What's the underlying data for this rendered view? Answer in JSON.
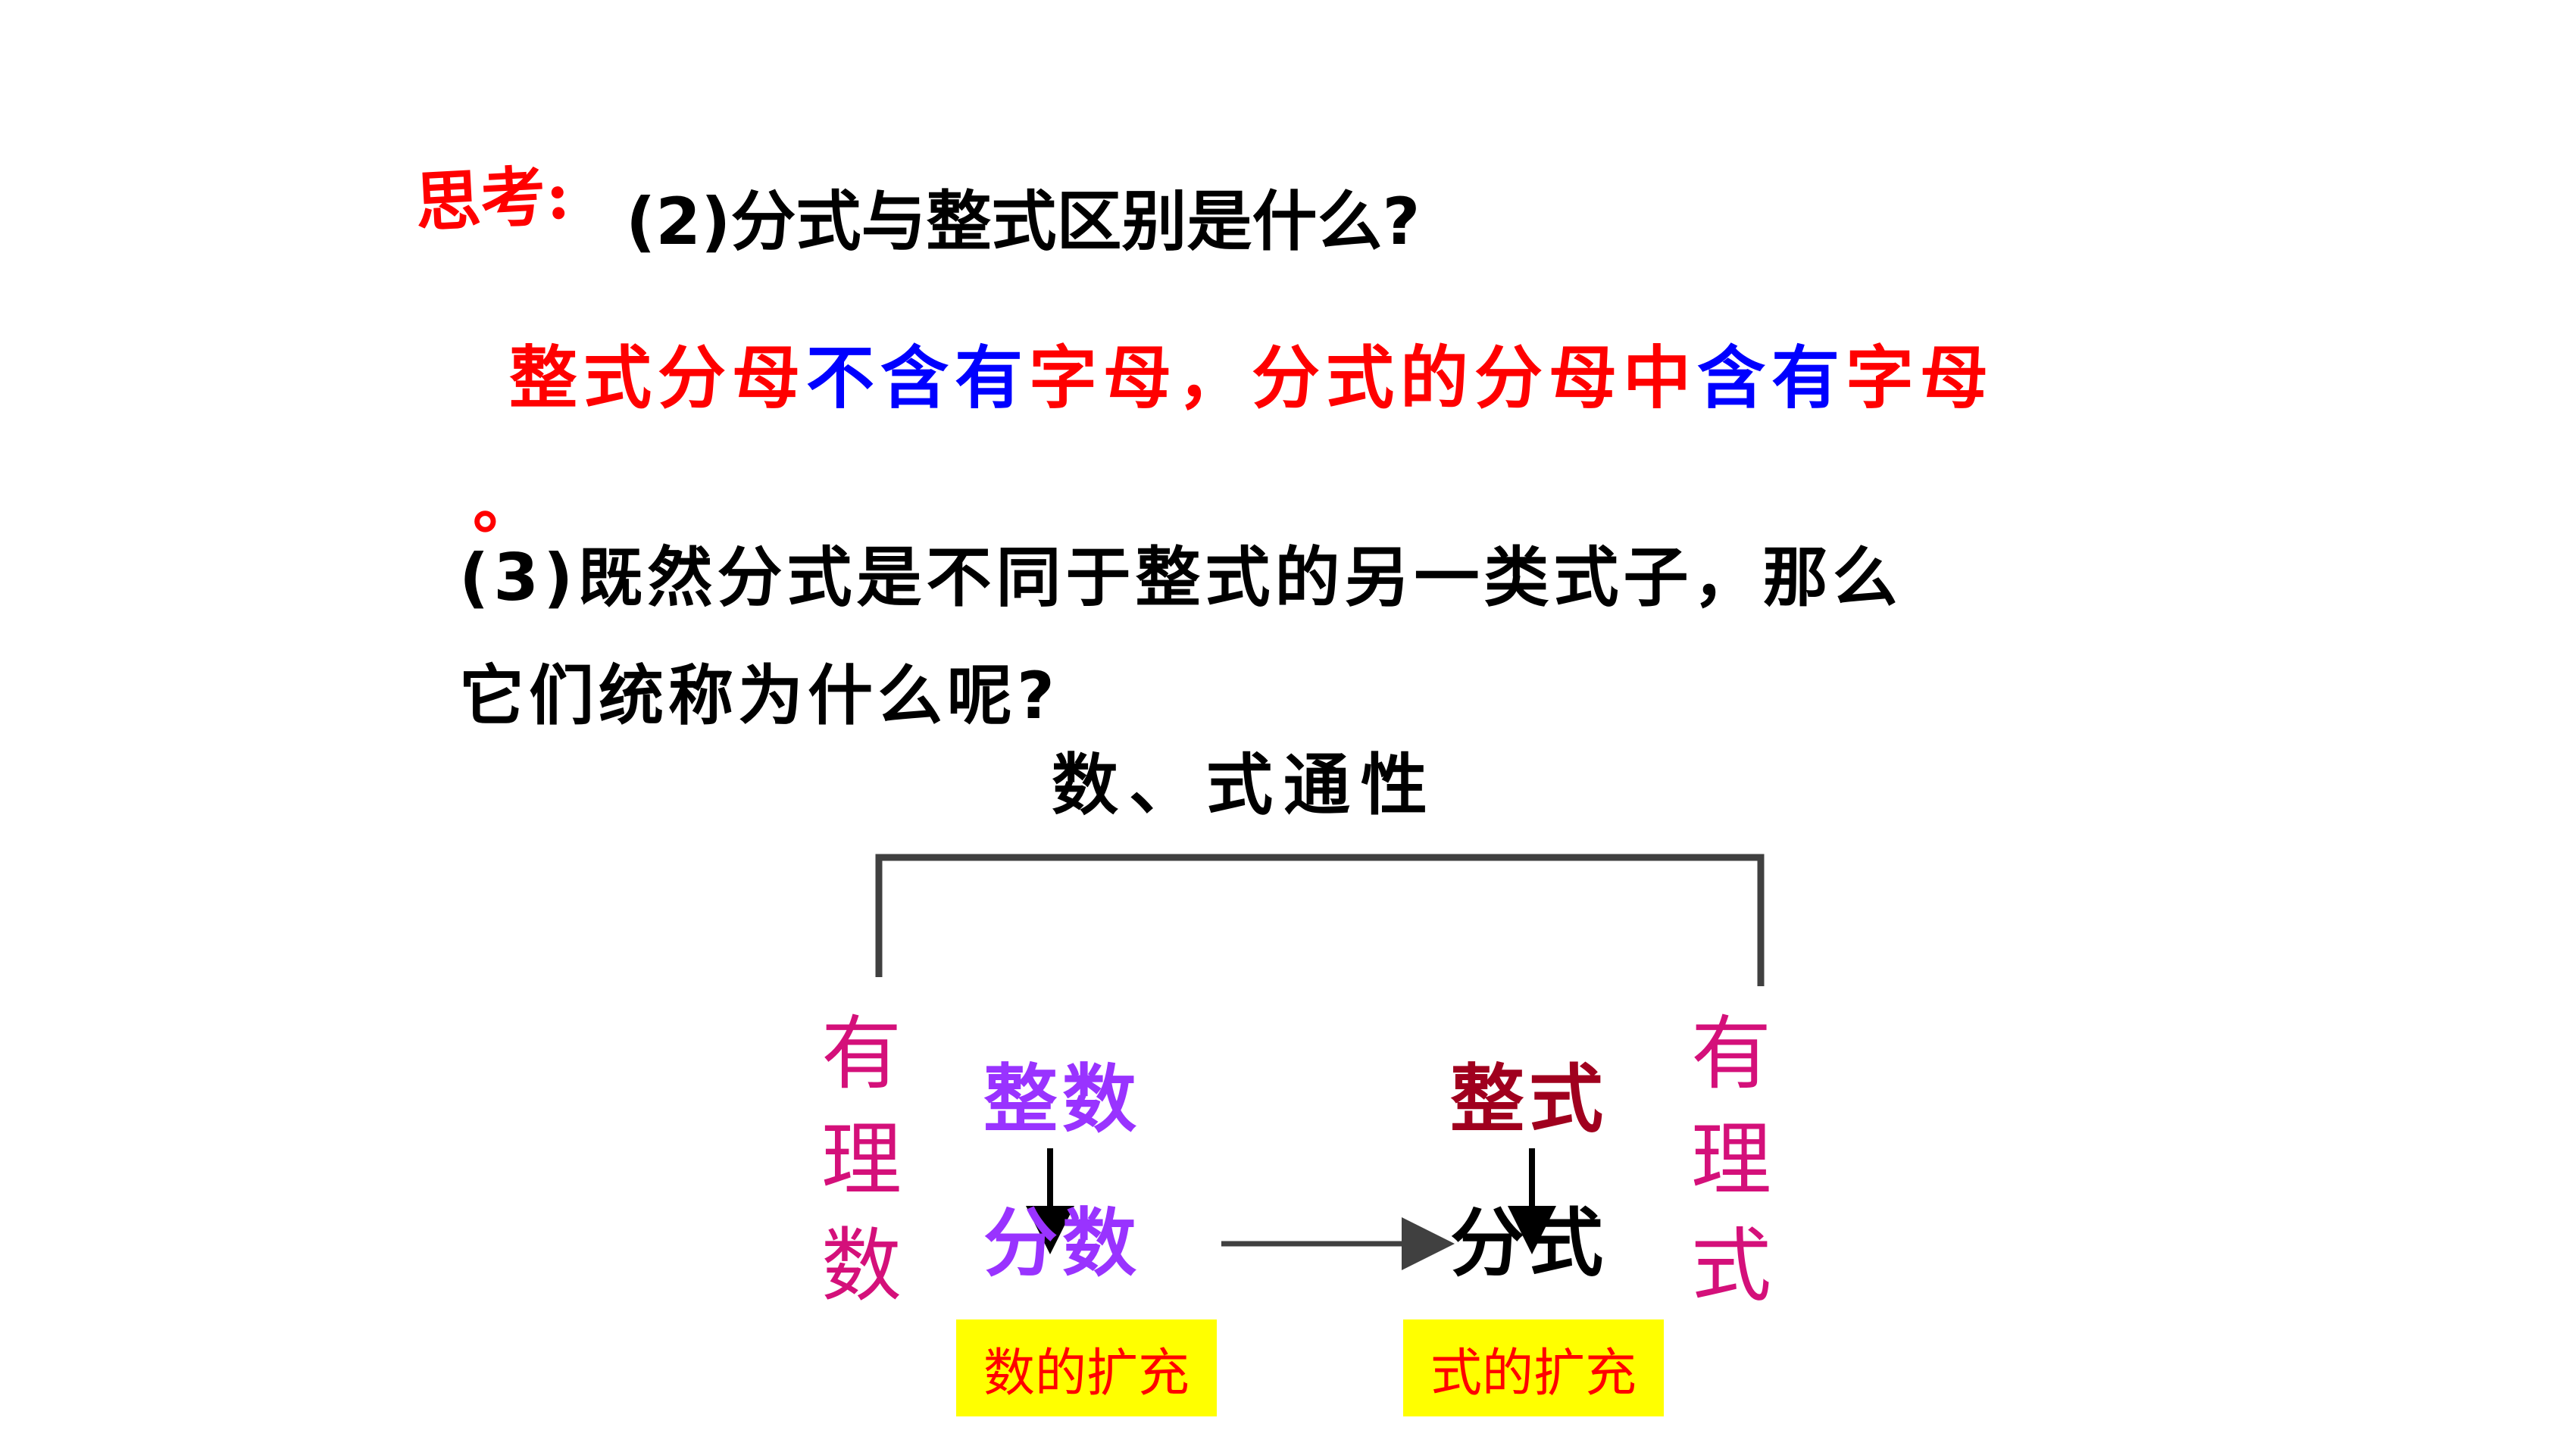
{
  "colors": {
    "red": "#ff0000",
    "blue": "#0000ff",
    "black": "#000000",
    "magenta": "#d4107a",
    "purple": "#9933ff",
    "dark_red": "#a0001e",
    "yellow": "#ffff00",
    "line_gray": "#404040"
  },
  "think": {
    "label": "思考:",
    "question2": "(2)分式与整式区别是什么?"
  },
  "answer": {
    "segments": [
      {
        "text": "整式分母",
        "color": "#ff0000"
      },
      {
        "text": "不含有",
        "color": "#0000ff"
      },
      {
        "text": "字母，",
        "color": "#ff0000"
      },
      {
        "text": "分式的分母中",
        "color": "#ff0000"
      },
      {
        "text": "含有",
        "color": "#0000ff"
      },
      {
        "text": "字母",
        "color": "#ff0000"
      }
    ],
    "period": "。"
  },
  "question3": {
    "line1": "(3)既然分式是不同于整式的另一类式子，那么",
    "line2": "它们统称为什么呢?"
  },
  "diagram": {
    "common_label": "数、式通性",
    "rational_number": "有理数",
    "rational_expression": "有理式",
    "integer": "整数",
    "fraction_number": "分数",
    "polynomial": "整式",
    "fraction_expression": "分式",
    "number_expansion": "数的扩充",
    "expression_expansion": "式的扩充"
  }
}
